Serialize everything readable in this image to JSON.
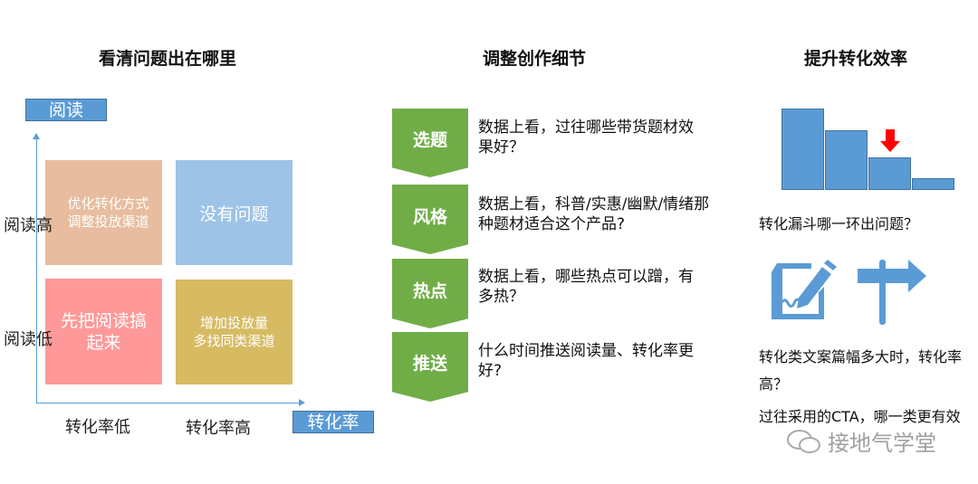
{
  "sections": {
    "left_title": "看清问题出在哪里",
    "middle_title": "调整创作细节",
    "right_title": "提升转化效率"
  },
  "matrix": {
    "y_axis_label": "阅读",
    "x_axis_label": "转化率",
    "row_labels": [
      "阅读高",
      "阅读低"
    ],
    "col_labels": [
      "转化率低",
      "转化率高"
    ],
    "quadrants": [
      {
        "text": "优化转化方式\n调整投放渠道",
        "color": "#e8bc9e"
      },
      {
        "text": "没有问题",
        "color": "#9dc3e6"
      },
      {
        "text": "先把阅读搞\n起来",
        "color": "#ff9999"
      },
      {
        "text": "增加投放量\n多找同类渠道",
        "color": "#d6bb63"
      }
    ]
  },
  "steps": [
    {
      "label": "选题",
      "desc": "数据上看，过往哪些带货题材效果好？"
    },
    {
      "label": "风格",
      "desc": "数据上看，科普/实惠/幽默/情绪那种题材适合这个产品?"
    },
    {
      "label": "热点",
      "desc": "数据上看，哪些热点可以蹭，有多热？"
    },
    {
      "label": "推送",
      "desc": "什么时间推送阅读量、转化率更好?"
    }
  ],
  "right": {
    "funnel_question": "转化漏斗哪一环出问题？",
    "funnel_levels": [
      100,
      73,
      40,
      14
    ],
    "highlight_color": "#ff0000",
    "icons": [
      "document-sign-icon",
      "signpost-icon"
    ],
    "copy_question": "转化类文案篇幅多大时，转化率高？",
    "cta_question": "过往采用的CTA，哪一类更有效"
  },
  "watermark": "接地气学堂"
}
